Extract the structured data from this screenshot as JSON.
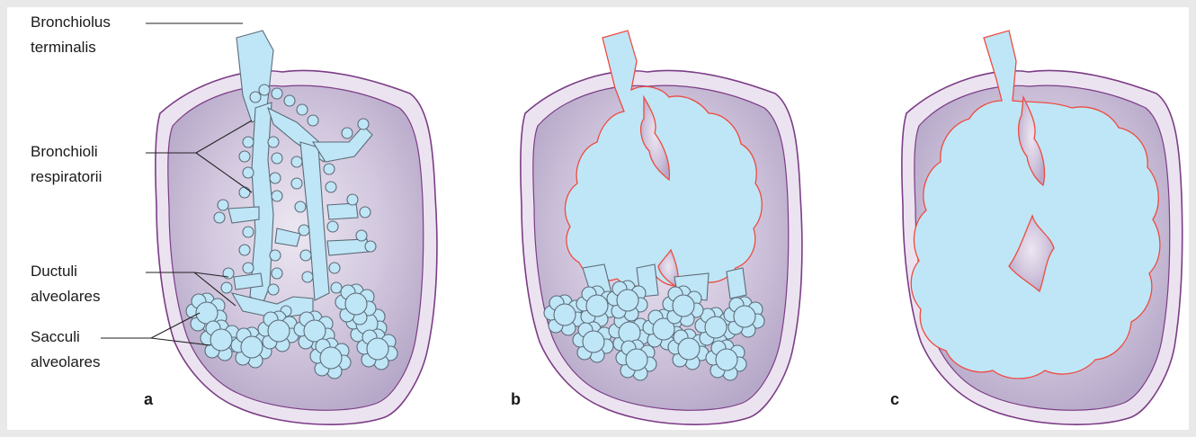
{
  "labels": {
    "bronchiolus_terminalis_1": "Bronchiolus",
    "bronchiolus_terminalis_2": "terminalis",
    "bronchioli_respiratorii_1": "Bronchioli",
    "bronchioli_respiratorii_2": "respiratorii",
    "ductuli_alveolares_1": "Ductuli",
    "ductuli_alveolares_2": "alveolares",
    "sacculi_alveolares_1": "Sacculi",
    "sacculi_alveolares_2": "alveolares"
  },
  "panels": [
    {
      "letter": "a"
    },
    {
      "letter": "b"
    },
    {
      "letter": "c"
    }
  ],
  "colors": {
    "airway": "#bfe6f6",
    "capsule_outline": "#7b3d86",
    "lobule_fill": "#c9bdd8",
    "emphysema_border": "#ef4a3f"
  }
}
